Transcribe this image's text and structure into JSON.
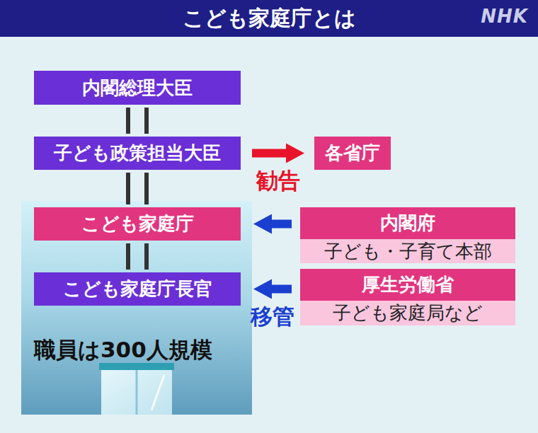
{
  "diagram": {
    "title": "こども家庭庁とは",
    "nodes": [
      {
        "text": [
          "内閣総理大臣"
        ]
      },
      {
        "text": [
          "子ども政策担当大臣"
        ]
      },
      {
        "text": [
          "各省庁"
        ]
      },
      {
        "text": [
          "職員は300人規模"
        ]
      },
      {
        "text": [
          "こども家庭庁"
        ],
        "in": 3
      },
      {
        "text": [
          "こども家庭庁長官"
        ],
        "in": 3
      },
      {
        "text": [
          "内閣府",
          "子ども・子育て本部"
        ]
      },
      {
        "text": [
          "厚生労働省",
          "子ども家庭局など"
        ]
      }
    ],
    "edges": [
      {
        "from": 0,
        "to": 1,
        "arrow": "none"
      },
      {
        "from": 1,
        "to": 2,
        "label": "勧告",
        "arrow": "to"
      },
      {
        "from": 1,
        "to": 4,
        "arrow": "none"
      },
      {
        "from": 4,
        "to": 5,
        "arrow": "none"
      },
      {
        "from": 6,
        "to": 4,
        "arrow": "to"
      },
      {
        "from": 7,
        "to": 5,
        "label": "移管",
        "arrow": "to"
      }
    ],
    "labels": [
      "NHK"
    ]
  }
}
